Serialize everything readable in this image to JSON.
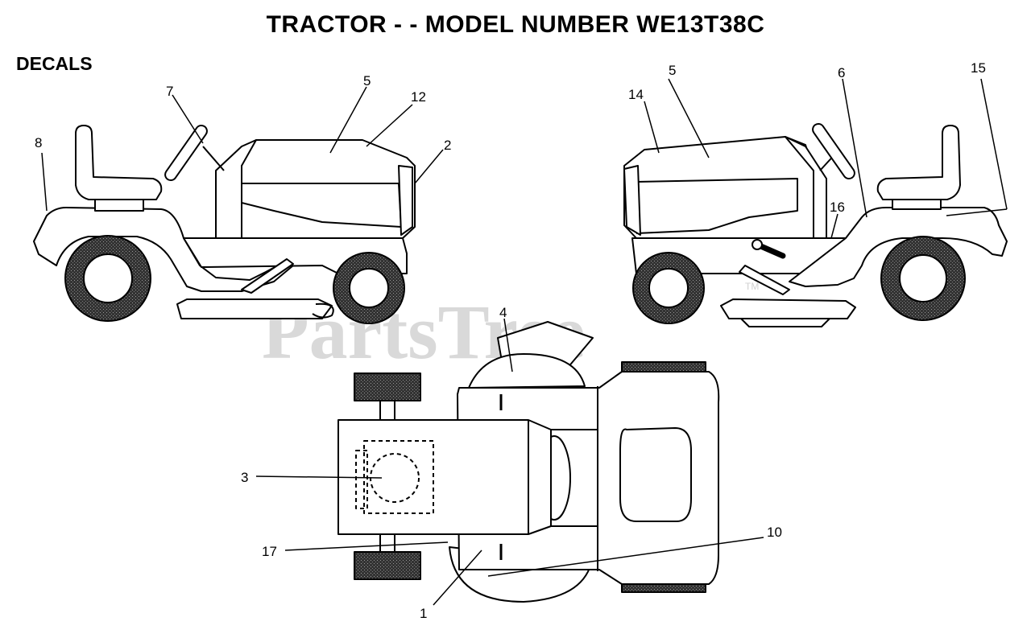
{
  "header": {
    "title": "TRACTOR - - MODEL NUMBER WE13T38C",
    "section": "DECALS"
  },
  "watermark": {
    "text": "PartsTree",
    "tm": "TM"
  },
  "callouts": {
    "c1": "1",
    "c2": "2",
    "c3": "3",
    "c4": "4",
    "c5a": "5",
    "c5b": "5",
    "c6": "6",
    "c7": "7",
    "c8": "8",
    "c10": "10",
    "c12": "12",
    "c14": "14",
    "c15": "15",
    "c16": "16",
    "c17": "17"
  }
}
